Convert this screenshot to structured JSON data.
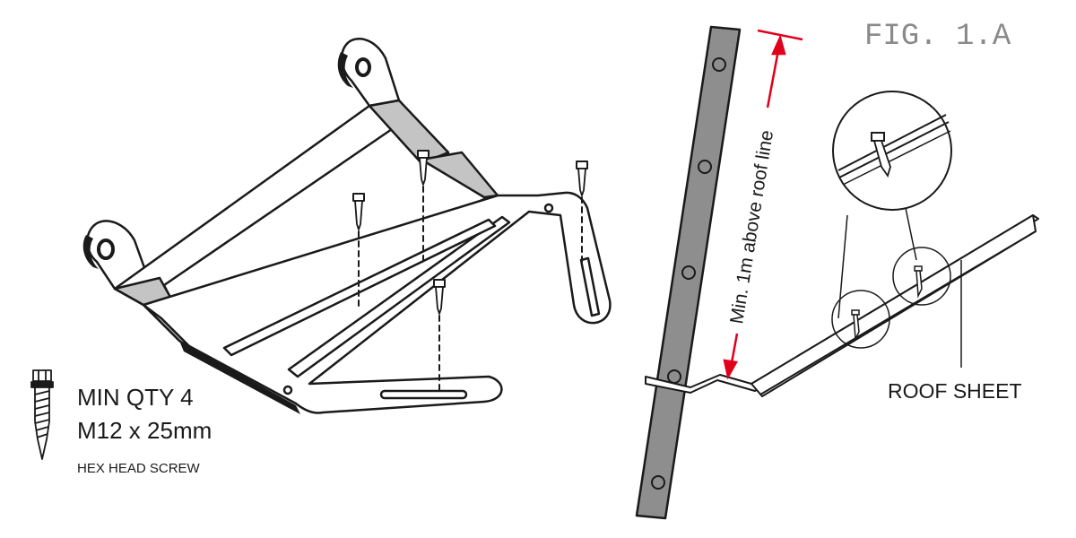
{
  "figure_label": "FIG. 1.A",
  "fastener": {
    "quantity_text": "MIN QTY 4",
    "size_text": "M12 x 25mm",
    "type_text": "HEX HEAD SCREW",
    "icon": "hex-head-screw-icon"
  },
  "height_note": {
    "text": "Min. 1m above roof line",
    "arrow_color": "#e0001b"
  },
  "roof_label": "ROOF SHEET",
  "colors": {
    "line": "#1a1a1a",
    "pole_fill": "#8e8e8e",
    "bracket_shade": "#c4c4c4",
    "dimension": "#e0001b",
    "figure_label": "#8a8a8a"
  }
}
